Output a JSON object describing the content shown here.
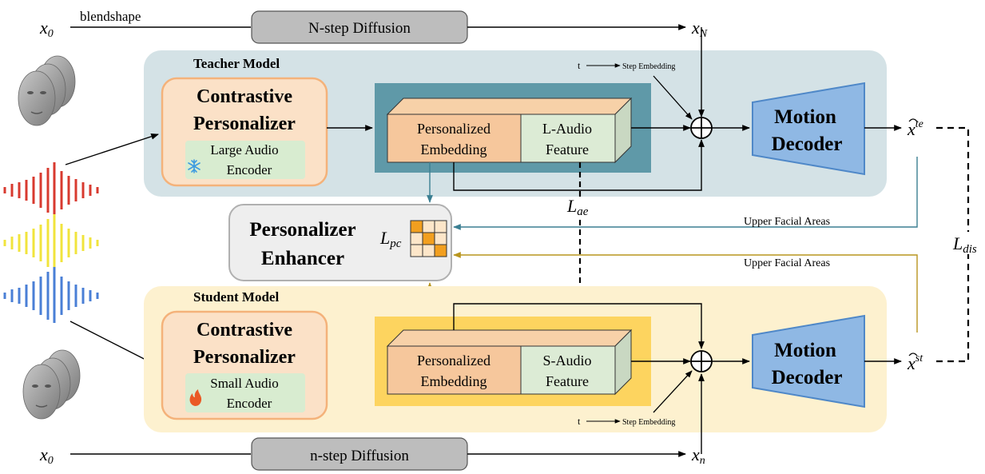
{
  "top": {
    "x_start": "x",
    "x_start_sub": "0",
    "blendshape_label": "blendshape",
    "diffusion_label": "N-step Diffusion",
    "x_end": "x",
    "x_end_sub": "N"
  },
  "bottom": {
    "x_start": "x",
    "x_start_sub": "0",
    "diffusion_label": "n-step Diffusion",
    "x_end": "x",
    "x_end_sub": "n"
  },
  "teacher": {
    "title": "Teacher Model",
    "personalizer_line1": "Contrastive",
    "personalizer_line2": "Personalizer",
    "encoder_line1": "Large Audio",
    "encoder_line2": "Encoder",
    "embed_line1": "Personalized",
    "embed_line2": "Embedding",
    "feature_line1": "L-Audio",
    "feature_line2": "Feature",
    "t_label": "t",
    "step_embedding": "Step Embedding",
    "decoder_line1": "Motion",
    "decoder_line2": "Decoder",
    "output_hat": "x",
    "output_sup": "te"
  },
  "student": {
    "title": "Student Model",
    "personalizer_line1": "Contrastive",
    "personalizer_line2": "Personalizer",
    "encoder_line1": "Small Audio",
    "encoder_line2": "Encoder",
    "embed_line1": "Personalized",
    "embed_line2": "Embedding",
    "feature_line1": "S-Audio",
    "feature_line2": "Feature",
    "t_label": "t",
    "step_embedding": "Step Embedding",
    "decoder_line1": "Motion",
    "decoder_line2": "Decoder",
    "output_hat": "x",
    "output_sup": "st"
  },
  "enhancer": {
    "line1": "Personalizer",
    "line2": "Enhancer",
    "loss_main": "L",
    "loss_sub": "pc"
  },
  "losses": {
    "ae_main": "L",
    "ae_sub": "ae",
    "dis_main": "L",
    "dis_sub": "dis"
  },
  "upper_facial_top": "Upper Facial Areas",
  "upper_facial_bottom": "Upper Facial Areas",
  "colors": {
    "teacher_bg": "#d4e2e6",
    "student_bg": "#fdf1cf",
    "personalizer_fill": "#fbe1c7",
    "personalizer_stroke": "#f4b27a",
    "encoder_fill": "#d8ecd0",
    "embed_fill": "#f6c79c",
    "feature_fill": "#dcebd5",
    "teacher_panel": "#5f99a8",
    "student_panel": "#fdd45f",
    "decoder_fill": "#8fb8e4",
    "decoder_stroke": "#4f88c8",
    "enhancer_fill": "#eeeeee",
    "diffusion_fill": "#bdbdbd",
    "teal_arrow": "#3b7f92",
    "gold_arrow": "#b8951f",
    "audio_red": "#d83a2f",
    "audio_yellow": "#f1e43c",
    "audio_blue": "#4a7fd6",
    "grid_orange": "#f29f1f"
  },
  "icons": {
    "frozen": "snowflake-icon",
    "trainable": "flame-icon",
    "face": "face-head-icon",
    "sum": "circle-plus-icon"
  }
}
